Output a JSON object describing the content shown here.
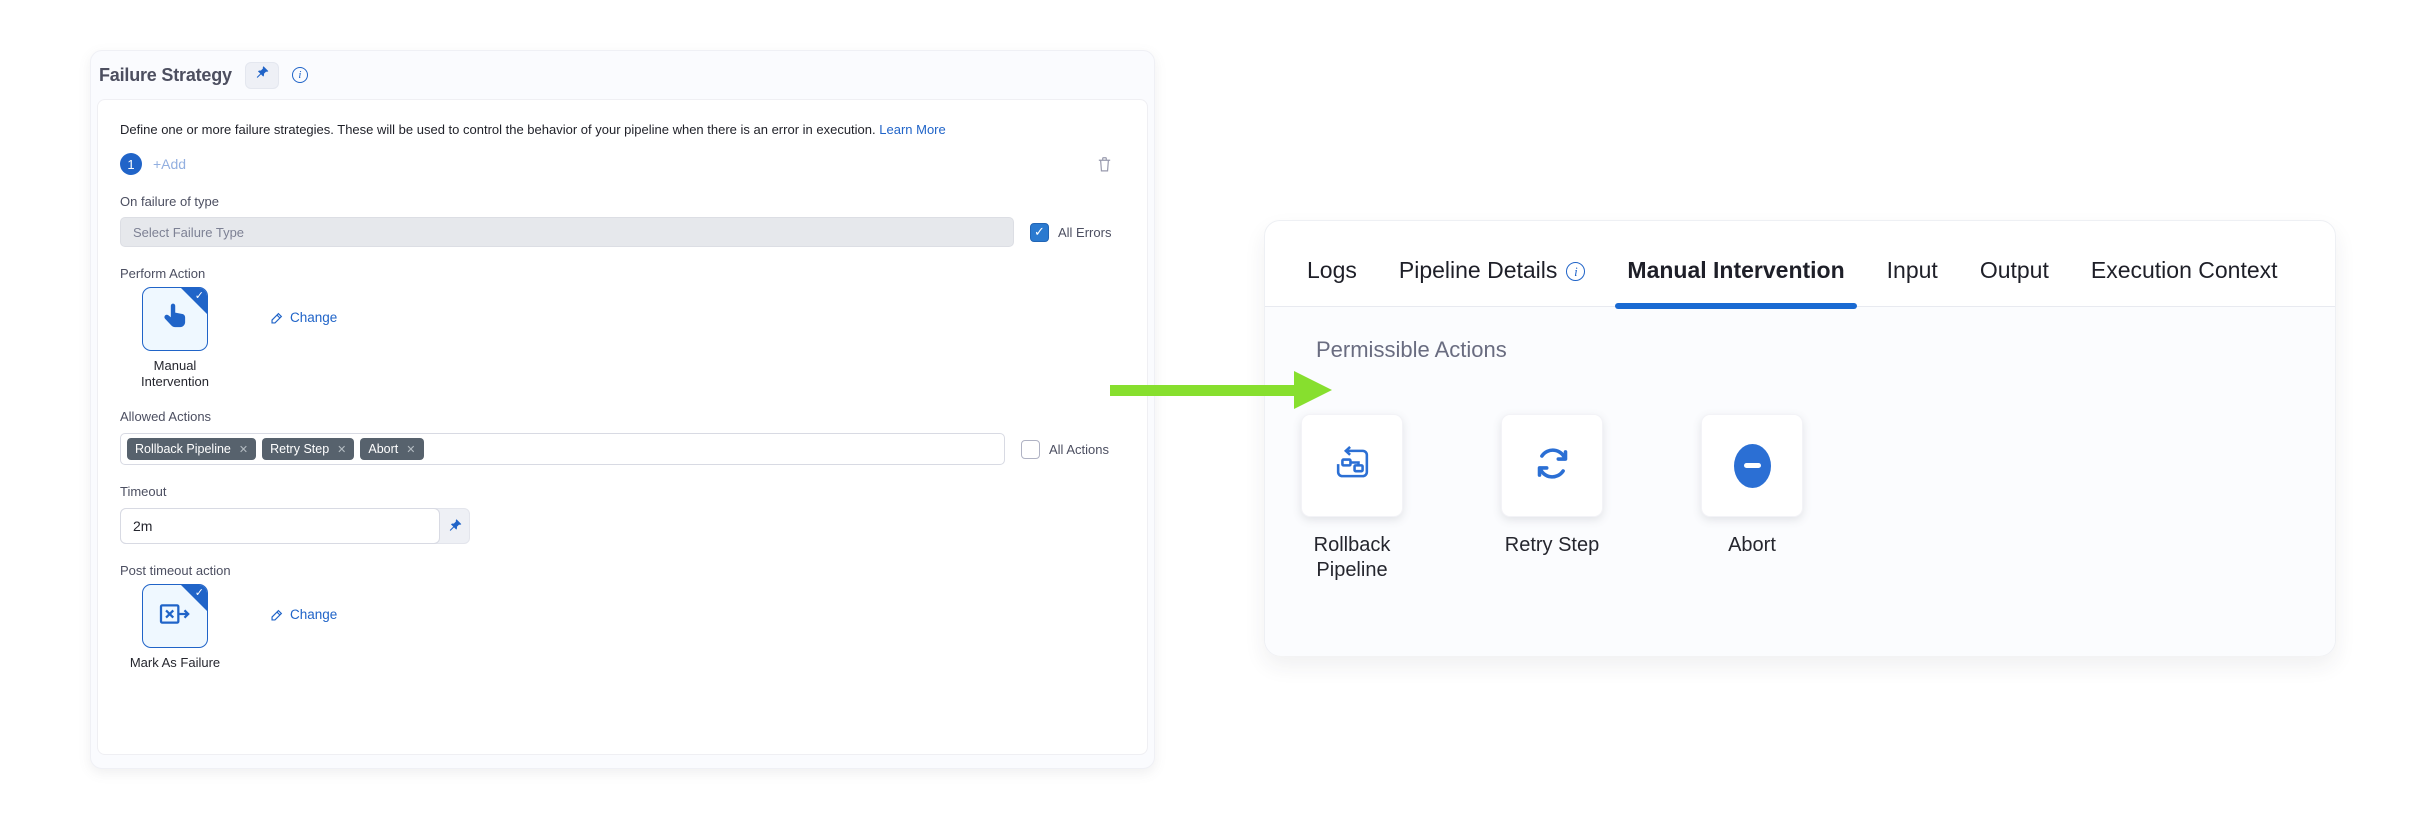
{
  "left_panel": {
    "title": "Failure Strategy",
    "description": "Define one or more failure strategies. These will be used to control the behavior of your pipeline when there is an error in execution.",
    "learn_more_label": "Learn More",
    "strategy_index": "1",
    "add_label": "+Add",
    "on_failure_label": "On failure of type",
    "failure_type_placeholder": "Select Failure Type",
    "all_errors_label": "All Errors",
    "all_errors_checked": true,
    "perform_action_label": "Perform Action",
    "perform_action_value": "Manual Intervention",
    "change_label": "Change",
    "allowed_actions_label": "Allowed Actions",
    "allowed_actions_tags": [
      "Rollback Pipeline",
      "Retry Step",
      "Abort"
    ],
    "all_actions_label": "All Actions",
    "all_actions_checked": false,
    "timeout_label": "Timeout",
    "timeout_value": "2m",
    "post_timeout_label": "Post timeout action",
    "post_timeout_value": "Mark As Failure"
  },
  "right_panel": {
    "tabs": [
      {
        "label": "Logs",
        "active": false
      },
      {
        "label": "Pipeline Details",
        "active": false,
        "has_info_icon": true
      },
      {
        "label": "Manual Intervention",
        "active": true
      },
      {
        "label": "Input",
        "active": false
      },
      {
        "label": "Output",
        "active": false
      },
      {
        "label": "Execution Context",
        "active": false
      }
    ],
    "section_title": "Permissible Actions",
    "actions": [
      {
        "label": "Rollback Pipeline",
        "icon": "rollback-pipeline-icon"
      },
      {
        "label": "Retry Step",
        "icon": "retry-icon"
      },
      {
        "label": "Abort",
        "icon": "abort-icon"
      }
    ]
  },
  "icons": {
    "pushpin": "pushpin-icon",
    "info": "info-icon",
    "trash": "trash-icon",
    "pencil": "pencil-icon",
    "hand_tap": "manual-intervention-hand-icon",
    "mark_failure": "mark-as-failure-icon",
    "checkmark": "check-icon",
    "close": "close-icon"
  },
  "colors": {
    "primary_blue": "#2064c8",
    "checkbox_blue": "#2b7ad0",
    "tab_underline": "#1a6ad2",
    "tag_slate": "#57626d",
    "arrow_green": "#87df2e",
    "panel_bg": "#fafbfe",
    "disabled_input_bg": "#e6e8ec"
  }
}
